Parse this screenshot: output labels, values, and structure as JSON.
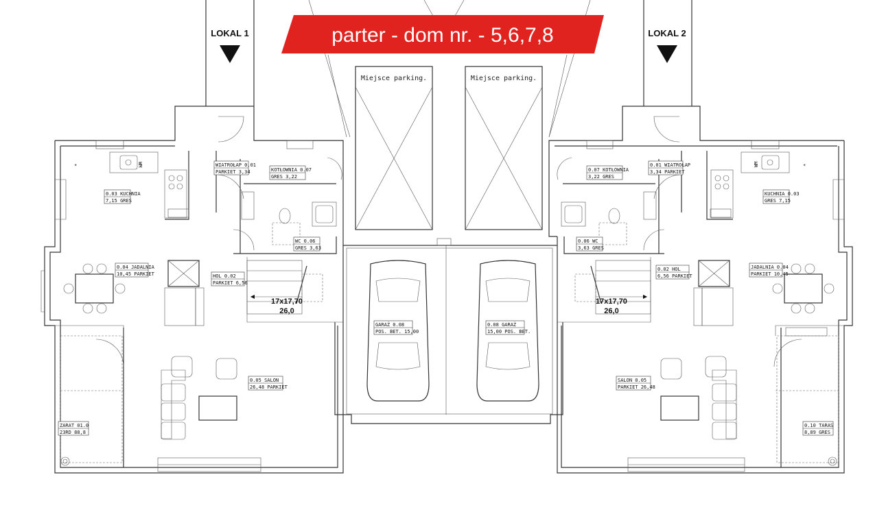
{
  "banner": {
    "title": "parter - dom nr. - 5,6,7,8",
    "color": "#e0231e"
  },
  "lokal_left": "LOKAL 1",
  "lokal_right": "LOKAL 2",
  "parking_label": "Miejsce parking.",
  "wm_label": "WM",
  "rooms": {
    "l_kuchnia": [
      "0.03 KUCHNIA",
      "7,15 GRES"
    ],
    "l_wiatrolap": [
      "WIATROŁAP 0.01",
      "PARKIET 3,34"
    ],
    "l_kotlownia": [
      "KOTŁOWNIA 0.07",
      "GRES 3,22"
    ],
    "l_wc": [
      "WC 0.06",
      "GRES 3,63"
    ],
    "l_jadalnia": [
      "0.04 JADALNIA",
      "10,45 PARKIET"
    ],
    "l_hol": [
      "HOL 0.02",
      "PARKIET 6,56"
    ],
    "l_salon": [
      "0.05 SALON",
      "26,48 PARKIET"
    ],
    "l_taras": [
      "ZARAT 01.0",
      "23RD 88,8"
    ],
    "l_garaz": [
      "GARAŻ 0.08",
      "POS. BET. 15,00"
    ],
    "r_garaz": [
      "0.08 GARAŻ",
      "15,00 POS. BET."
    ],
    "r_kotlownia": [
      "0.07 KOTŁOWNIA",
      "3,22 GRES"
    ],
    "r_wiatrolap": [
      "0.01 WIATROŁAP",
      "3,34 PARKIET"
    ],
    "r_kuchnia": [
      "KUCHNIA 0.03",
      "GRES 7,15"
    ],
    "r_wc": [
      "0.06 WC",
      "3,63 GRES"
    ],
    "r_hol": [
      "0.02 HOL",
      "6,56 PARKIET"
    ],
    "r_jadalnia": [
      "JADALNIA 0.04",
      "PARKIET 10,45"
    ],
    "r_salon": [
      "SALON 0.05",
      "PARKIET 26,48"
    ],
    "r_taras": [
      "0.10 TARAS",
      "8,89 GRES"
    ]
  },
  "stairs_left": [
    "17x17,70",
    "26,0"
  ],
  "stairs_right": [
    "17x17,70",
    "26,0"
  ]
}
